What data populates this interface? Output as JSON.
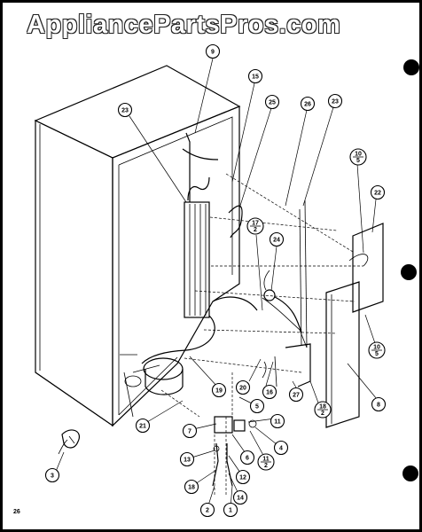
{
  "watermark": "AppliancePartsPros.com",
  "page_number": "26",
  "callouts": [
    {
      "id": "c9",
      "label": "9"
    },
    {
      "id": "c15",
      "label": "15"
    },
    {
      "id": "c23a",
      "label": "23"
    },
    {
      "id": "c25",
      "label": "25"
    },
    {
      "id": "c26",
      "label": "26"
    },
    {
      "id": "c23b",
      "label": "23"
    },
    {
      "id": "c10a",
      "label": "10/5"
    },
    {
      "id": "c22",
      "label": "22"
    },
    {
      "id": "c17",
      "label": "17/2"
    },
    {
      "id": "c24",
      "label": "24"
    },
    {
      "id": "c10b",
      "label": "10/5"
    },
    {
      "id": "c8",
      "label": "8"
    },
    {
      "id": "c20",
      "label": "20"
    },
    {
      "id": "c16",
      "label": "16"
    },
    {
      "id": "c19",
      "label": "19"
    },
    {
      "id": "c5",
      "label": "5"
    },
    {
      "id": "c11a",
      "label": "11"
    },
    {
      "id": "c27",
      "label": "27"
    },
    {
      "id": "c18b",
      "label": "18/2"
    },
    {
      "id": "c21",
      "label": "21"
    },
    {
      "id": "c7",
      "label": "7"
    },
    {
      "id": "c6",
      "label": "6"
    },
    {
      "id": "c4",
      "label": "4"
    },
    {
      "id": "c11b",
      "label": "11/2"
    },
    {
      "id": "c13",
      "label": "13"
    },
    {
      "id": "c12",
      "label": "12"
    },
    {
      "id": "c18",
      "label": "18"
    },
    {
      "id": "c14",
      "label": "14"
    },
    {
      "id": "c2",
      "label": "2"
    },
    {
      "id": "c1",
      "label": "1"
    },
    {
      "id": "c3",
      "label": "3"
    }
  ]
}
